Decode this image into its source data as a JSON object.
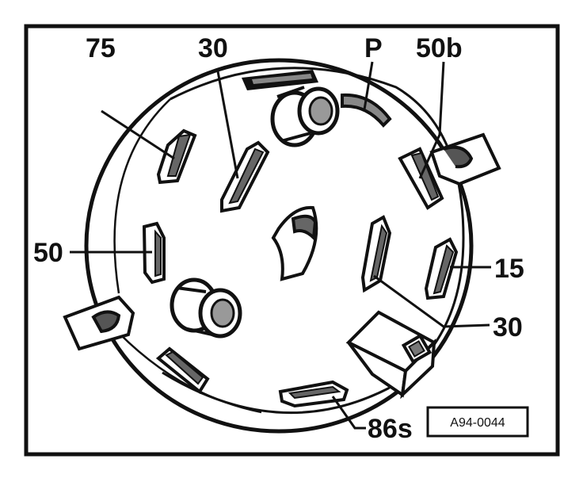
{
  "terminal_labels": {
    "t75": "75",
    "t30_top": "30",
    "tP": "P",
    "t50b": "50b",
    "t50": "50",
    "t15": "15",
    "t30_right": "30",
    "t86s": "86s"
  },
  "reference_code": "A94-0044",
  "colors": {
    "ink": "#111111",
    "paper": "#ffffff",
    "shade": "#8a8a8a"
  }
}
